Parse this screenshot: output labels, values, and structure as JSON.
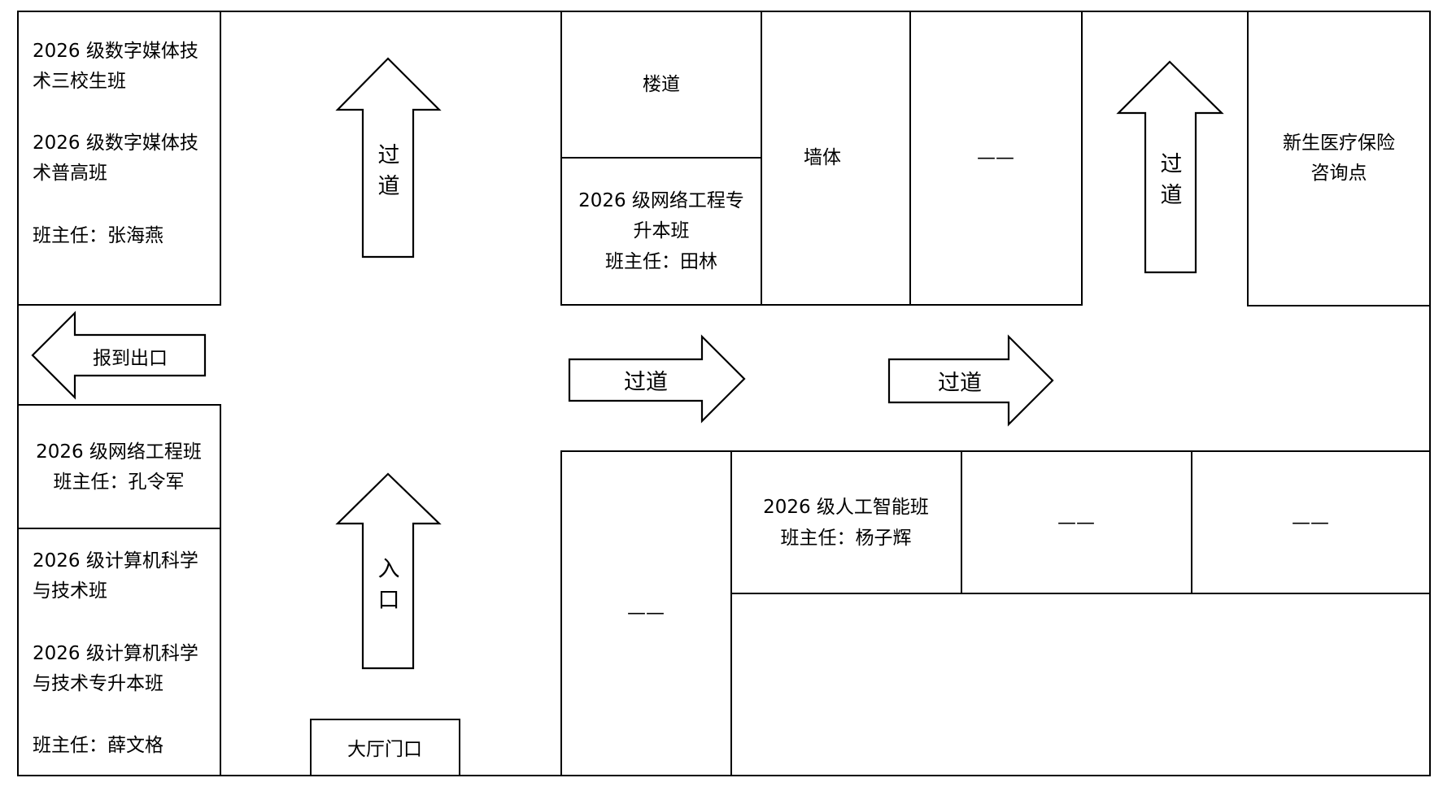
{
  "colors": {
    "line": "#000000",
    "exit_text": "#c00000",
    "background": "#ffffff"
  },
  "rooms": {
    "digital_media": {
      "line1": "2026 级数字媒体技",
      "line2": "术三校生班",
      "line3": "2026 级数字媒体技",
      "line4": "术普高班",
      "teacher": "班主任：张海燕"
    },
    "stairway": "楼道",
    "network_upgrade": {
      "line1": "2026 级网络工程专",
      "line2": "升本班",
      "teacher": "班主任：田林"
    },
    "wall": "墙体",
    "empty_top": "——",
    "insurance": {
      "line1": "新生医疗保险",
      "line2": "咨询点"
    },
    "network_eng": {
      "line1": "2026 级网络工程班",
      "teacher": "班主任：孔令军"
    },
    "computer_science": {
      "line1": "2026 级计算机科学",
      "line2": "与技术班",
      "line3": "2026 级计算机科学",
      "line4": "与技术专升本班",
      "teacher": "班主任：薛文格"
    },
    "hall_door": "大厅门口",
    "empty_bottom_left": "——",
    "ai": {
      "line1": "2026 级人工智能班",
      "teacher": "班主任：杨子辉"
    },
    "empty_bottom_mid": "——",
    "empty_bottom_right": "——"
  },
  "arrows": {
    "exit": "报到出口",
    "passage_up_left": [
      "过",
      "道"
    ],
    "passage_up_right": [
      "过",
      "道"
    ],
    "entrance": [
      "入",
      "口"
    ],
    "passage_right_1": "过道",
    "passage_right_2": "过道"
  }
}
